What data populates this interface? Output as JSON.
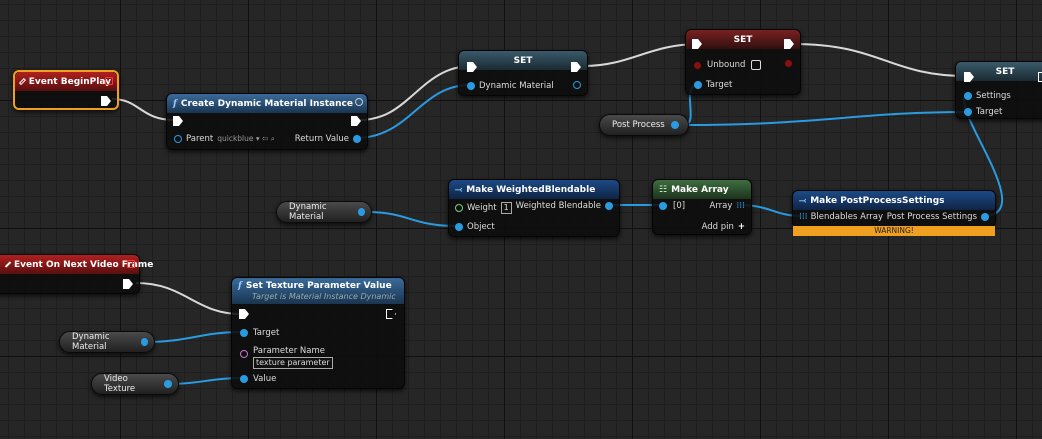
{
  "nodes": {
    "begin_play": {
      "title": "Event BeginPlay"
    },
    "create_dmi": {
      "title": "Create Dynamic Material Instance",
      "parent_label": "Parent",
      "parent_value": "quickblue",
      "return_label": "Return Value"
    },
    "set1": {
      "title": "SET",
      "pin_label": "Dynamic Material"
    },
    "set2": {
      "title": "SET",
      "unbound_label": "Unbound",
      "target_label": "Target"
    },
    "set3": {
      "title": "SET",
      "settings_label": "Settings",
      "target_label": "Target"
    },
    "post_process": {
      "label": "Post Process"
    },
    "make_wb": {
      "title": "Make WeightedBlendable",
      "weight_label": "Weight",
      "weight_value": "1",
      "object_label": "Object",
      "out_label": "Weighted Blendable"
    },
    "make_array": {
      "title": "Make Array",
      "in_label": "[0]",
      "out_label": "Array",
      "add_pin_label": "Add pin"
    },
    "make_pps": {
      "title": "Make PostProcessSettings",
      "in_label": "Blendables Array",
      "out_label": "Post Process Settings",
      "warning": "WARNING!"
    },
    "dyn_mat_1": {
      "label": "Dynamic Material"
    },
    "next_video": {
      "title": "Event On Next Video Frame"
    },
    "set_tex": {
      "title": "Set Texture Parameter Value",
      "subtitle": "Target is Material Instance Dynamic",
      "target_label": "Target",
      "param_label": "Parameter Name",
      "param_value": "texture parameter",
      "value_label": "Value"
    },
    "dyn_mat_2": {
      "label": "Dynamic Material"
    },
    "video_texture": {
      "label": "Video Texture"
    }
  },
  "colors": {
    "exec_wire": "#d8d8d8",
    "object_wire": "#2a9be0",
    "event_header": "#b02020",
    "warning": "#f0a020",
    "selection": "#f0a020"
  }
}
